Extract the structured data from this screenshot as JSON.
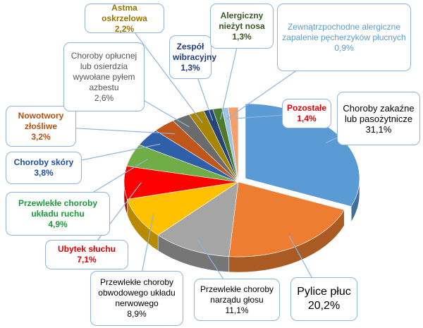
{
  "chart_data": {
    "type": "pie",
    "title": "",
    "slices": [
      {
        "label": "Choroby zakaźne lub pasożytnicze",
        "value": 31.1,
        "text": "31,1%",
        "color": "#5B9BD5"
      },
      {
        "label": "Pylice płuc",
        "value": 20.2,
        "text": "20,2%",
        "color": "#ED7D31"
      },
      {
        "label": "Przewlekłe choroby narządu głosu",
        "value": 11.1,
        "text": "11,1%",
        "color": "#A5A5A5"
      },
      {
        "label": "Przewlekłe choroby obwodowego układu nerwowego",
        "value": 8.9,
        "text": "8,9%",
        "color": "#FFC000"
      },
      {
        "label": "Ubytek słuchu",
        "value": 7.1,
        "text": "7,1%",
        "color": "#FF0000"
      },
      {
        "label": "Przewlekłe choroby układu ruchu",
        "value": 4.9,
        "text": "4,9%",
        "color": "#70AD47"
      },
      {
        "label": "Choroby skóry",
        "value": 3.8,
        "text": "3,8%",
        "color": "#2E5FA8"
      },
      {
        "label": "Nowotwory złośliwe",
        "value": 3.2,
        "text": "3,2%",
        "color": "#C0561A"
      },
      {
        "label": "Choroby opłucnej lub osierdzia wywołane pyłem azbestu",
        "value": 2.6,
        "text": "2,6%",
        "color": "#6B6B6B"
      },
      {
        "label": "Astma oskrzelowa",
        "value": 2.2,
        "text": "2,2%",
        "color": "#A88500"
      },
      {
        "label": "Zespół wibracyjny",
        "value": 1.3,
        "text": "1,3%",
        "color": "#264478"
      },
      {
        "label": "Alergiczny nieżyt nosa",
        "value": 1.3,
        "text": "1,3%",
        "color": "#4E7A2E"
      },
      {
        "label": "Zewnątrzpochodne alergiczne zapalenie pęcherzyków płucnych",
        "value": 0.9,
        "text": "0,9%",
        "color": "#9DC3E6"
      },
      {
        "label": "Pozostałe",
        "value": 1.4,
        "text": "1,4%",
        "color": "#F4A06A"
      }
    ]
  }
}
